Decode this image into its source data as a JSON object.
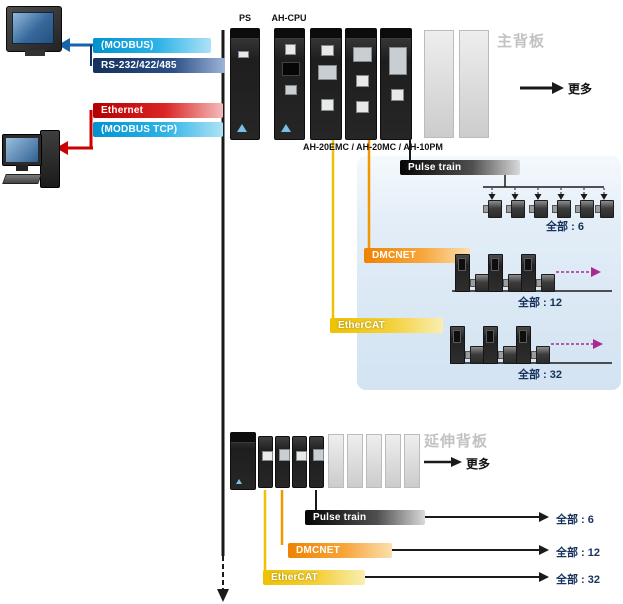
{
  "colors": {
    "cyan": "#00A3DC",
    "navy": "#16325C",
    "red": "#CC0000",
    "orange": "#F7941D",
    "yellow": "#EEC200",
    "black": "#1A1A1A",
    "magenta": "#A82C8F",
    "panel_blue": "#D3E3F2",
    "gray_label": "#C2C2C2"
  },
  "comm": {
    "modbus": "(MODBUS)",
    "serial": "RS-232/422/485",
    "ethernet": "Ethernet",
    "modbus_tcp": "(MODBUS TCP)"
  },
  "main_rack": {
    "ps_label": "PS",
    "cpu_label": "AH-CPU",
    "backplane_label": "主背板",
    "more_label": "更多",
    "modules_caption": "AH-20EMC / AH-20MC / AH-10PM"
  },
  "main_motion": {
    "pulse_train_label": "Pulse train",
    "pulse_train_total": "全部 : 6",
    "dmcnet_label": "DMCNET",
    "dmcnet_total": "全部 : 12",
    "ethercat_label": "EtherCAT",
    "ethercat_total": "全部 : 32"
  },
  "ext_rack": {
    "backplane_label": "延伸背板",
    "more_label": "更多"
  },
  "ext_motion": {
    "pulse_train_label": "Pulse train",
    "pulse_train_total": "全部 : 6",
    "dmcnet_label": "DMCNET",
    "dmcnet_total": "全部 : 12",
    "ethercat_label": "EtherCAT",
    "ethercat_total": "全部 : 32"
  }
}
